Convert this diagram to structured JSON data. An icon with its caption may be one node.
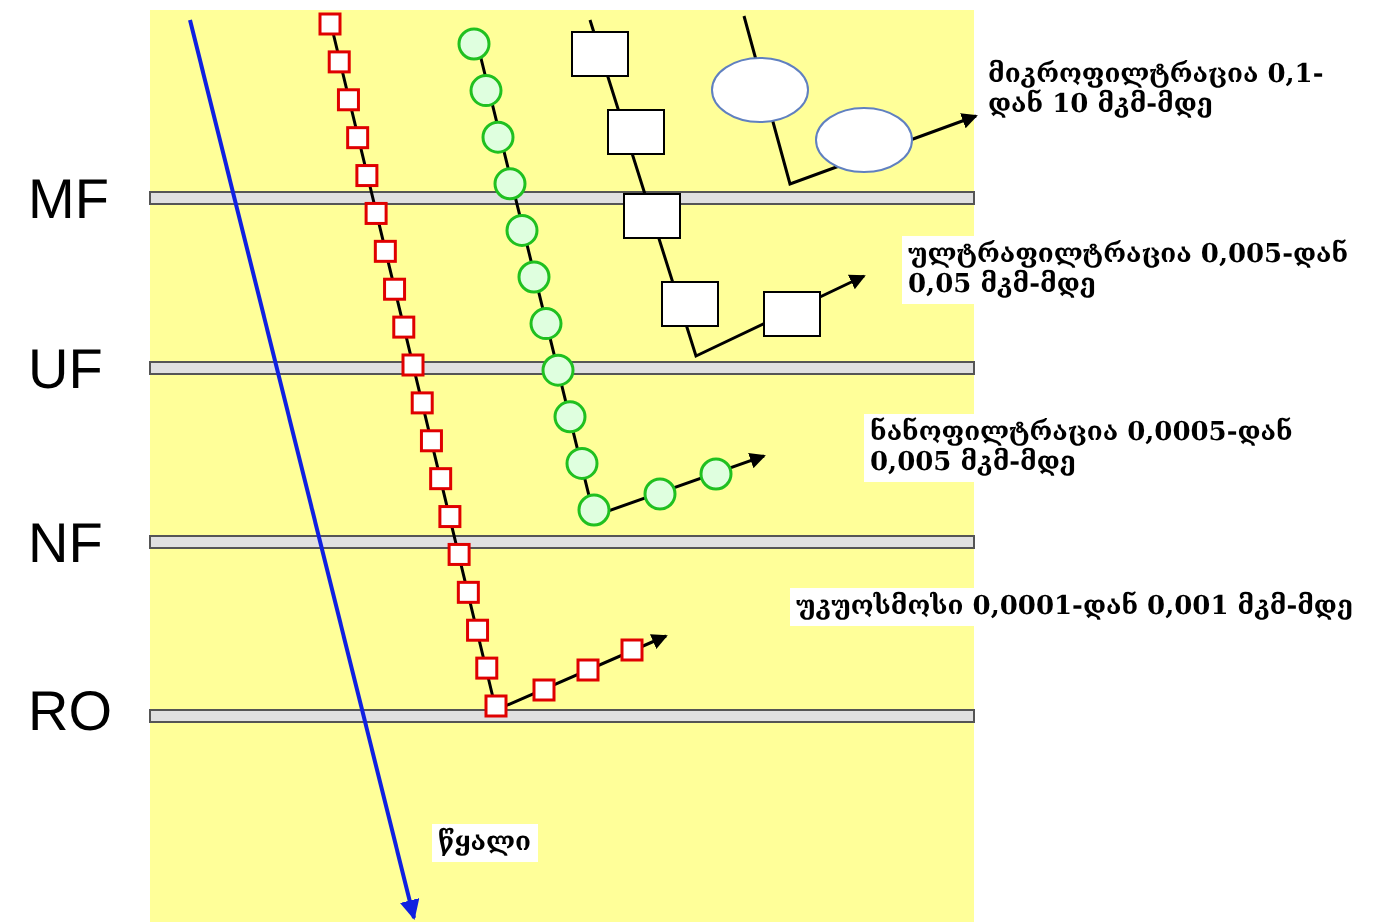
{
  "diagram": {
    "labels": [
      "მიკროფილტრაცია 0,1-დან 10 მკმ-მდე",
      "MF",
      "ულტრაფილტრაცია 0,005-დან 0,05 მკმ-მდე",
      "UF",
      "ნანოფილტრაცია 0,0005-დან 0,005 მკმ-მდე",
      "NF",
      "უკუოსმოსი 0,0001-დან 0,001 მკმ-მდე",
      "RO",
      "წყალი"
    ]
  }
}
